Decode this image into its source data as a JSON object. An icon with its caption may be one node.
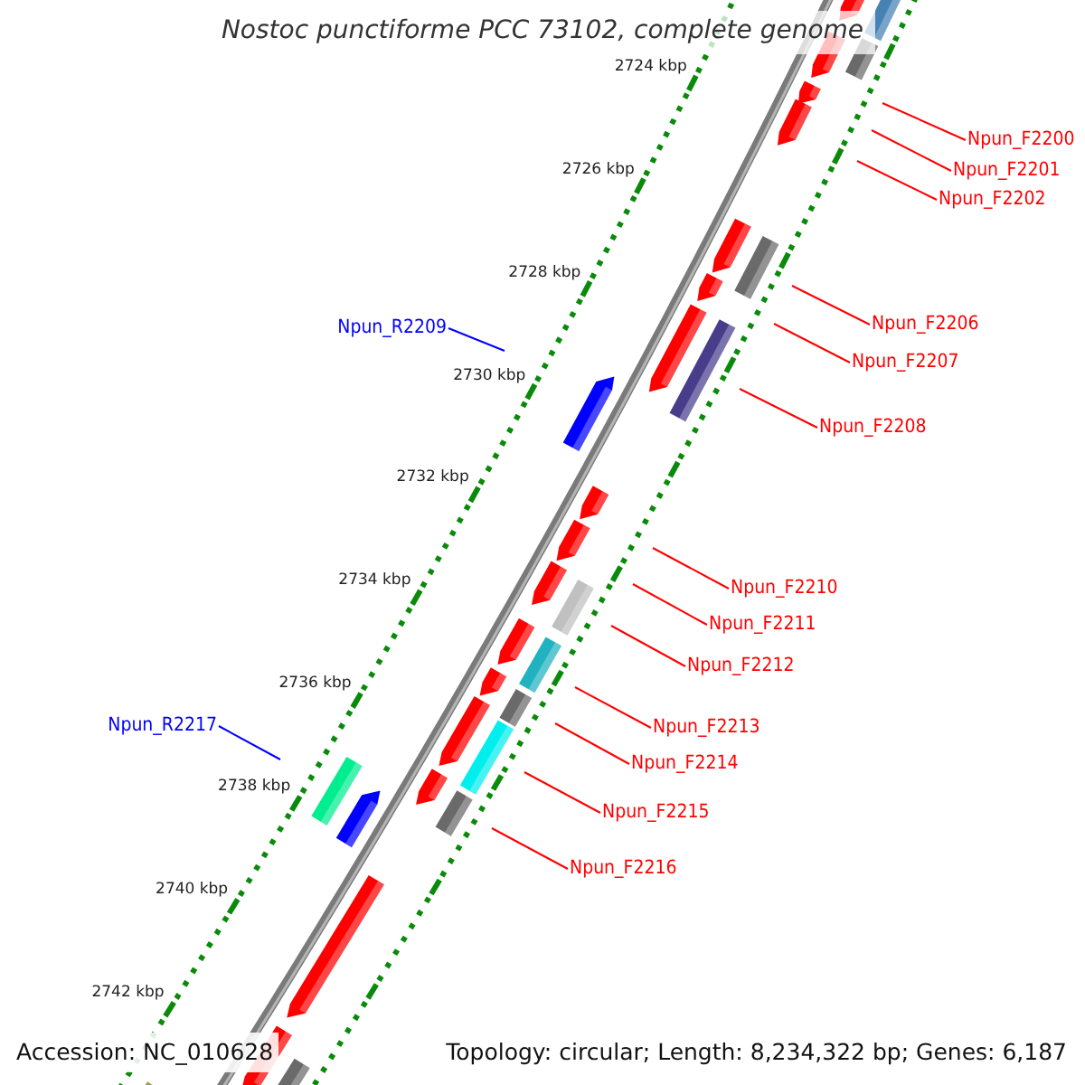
{
  "diagram": {
    "title": "Nostoc punctiforme PCC 73102, complete genome",
    "nodes": [
      {
        "text": [
          "Npun_F2200"
        ]
      },
      {
        "text": [
          "Npun_F2201"
        ]
      },
      {
        "text": [
          "Npun_F2202"
        ]
      },
      {
        "text": [
          "Npun_F2206"
        ]
      },
      {
        "text": [
          "Npun_R2209"
        ]
      },
      {
        "text": [
          "Npun_F2207"
        ]
      },
      {
        "text": [
          "Npun_F2208"
        ]
      },
      {
        "text": [
          "Npun_F2210"
        ]
      },
      {
        "text": [
          "Npun_F2211"
        ]
      },
      {
        "text": [
          "Npun_F2212"
        ]
      },
      {
        "text": [
          "Npun_R2217"
        ]
      },
      {
        "text": [
          "Npun_F2213"
        ]
      },
      {
        "text": [
          "Npun_F2214"
        ]
      },
      {
        "text": [
          "Npun_F2215"
        ]
      },
      {
        "text": [
          "Npun_F2216"
        ]
      }
    ],
    "edges": [
      {
        "from": 0,
        "to": null,
        "arrow": "none"
      },
      {
        "from": 1,
        "to": null,
        "arrow": "none"
      },
      {
        "from": 2,
        "to": null,
        "arrow": "none"
      },
      {
        "from": 3,
        "to": null,
        "arrow": "none"
      },
      {
        "from": 4,
        "to": null,
        "arrow": "none",
        "color": "#0000ff"
      },
      {
        "from": 5,
        "to": null,
        "arrow": "none"
      },
      {
        "from": 6,
        "to": null,
        "arrow": "none"
      },
      {
        "from": 7,
        "to": null,
        "arrow": "none"
      },
      {
        "from": 8,
        "to": null,
        "arrow": "none"
      },
      {
        "from": 9,
        "to": null,
        "arrow": "none"
      },
      {
        "from": 10,
        "to": null,
        "arrow": "none",
        "color": "#0000ff"
      },
      {
        "from": 11,
        "to": null,
        "arrow": "none"
      },
      {
        "from": 12,
        "to": null,
        "arrow": "none"
      },
      {
        "from": 13,
        "to": null,
        "arrow": "none"
      },
      {
        "from": 14,
        "to": null,
        "arrow": "none"
      }
    ],
    "labels": [
      "2724 kbp",
      "2726 kbp",
      "2728 kbp",
      "2730 kbp",
      "2732 kbp",
      "2734 kbp",
      "2736 kbp",
      "2738 kbp",
      "2740 kbp",
      "2742 kbp",
      "Accession: NC_010628",
      "Topology: circular; Length: 8,234,322 bp; Genes: 6,187"
    ]
  }
}
